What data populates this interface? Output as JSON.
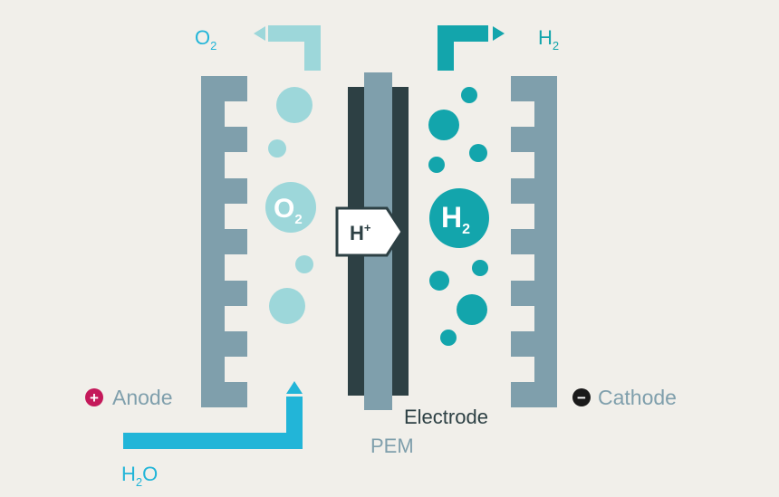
{
  "labels": {
    "o2_out": "O",
    "o2_out_sub": "2",
    "h2_out": "H",
    "h2_out_sub": "2",
    "h2o_in": "H",
    "h2o_in_sub": "2",
    "h2o_in_tail": "O",
    "o2_bubble": "O",
    "o2_bubble_sub": "2",
    "h2_bubble": "H",
    "h2_bubble_sub": "2",
    "proton": "H",
    "proton_sup": "+",
    "anode": "Anode",
    "cathode": "Cathode",
    "electrode": "Electrode",
    "pem": "PEM",
    "anode_sign": "+",
    "cathode_sign": "−"
  },
  "colors": {
    "background": "#f1efea",
    "plate": "#7f9fac",
    "electrode": "#2d4044",
    "pem": "#7f9fac",
    "oxygen": "#9dd7da",
    "hydrogen": "#13a5ac",
    "water": "#22b5d8",
    "anode_sign": "#c4195a",
    "cathode_sign": "#1a1a1a",
    "label_gray": "#7f9fac",
    "label_dark": "#2d4044"
  }
}
